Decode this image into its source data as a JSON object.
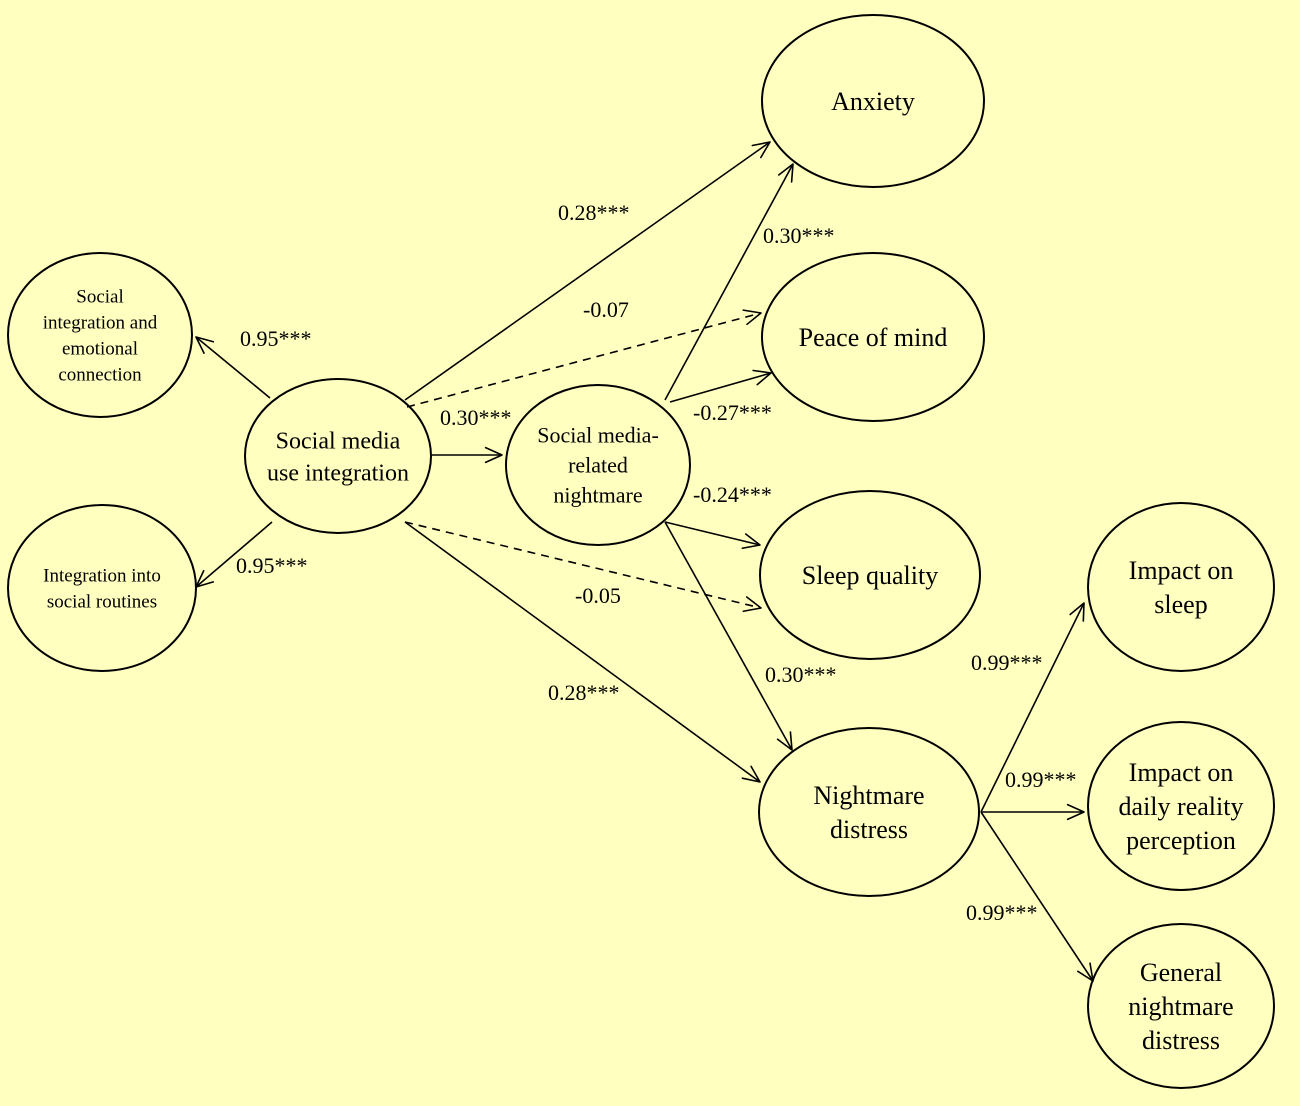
{
  "nodes": [
    {
      "id": "social-integration-emotional",
      "lines": [
        "Social",
        "integration and",
        "emotional",
        "connection"
      ]
    },
    {
      "id": "integration-routines",
      "lines": [
        "Integration into",
        "social routines"
      ]
    },
    {
      "id": "social-media-use-integration",
      "lines": [
        "Social media",
        "use integration"
      ]
    },
    {
      "id": "social-media-nightmare",
      "lines": [
        "Social media-",
        "related",
        "nightmare"
      ]
    },
    {
      "id": "anxiety",
      "lines": [
        "Anxiety"
      ]
    },
    {
      "id": "peace-of-mind",
      "lines": [
        "Peace of mind"
      ]
    },
    {
      "id": "sleep-quality",
      "lines": [
        "Sleep quality"
      ]
    },
    {
      "id": "nightmare-distress",
      "lines": [
        "Nightmare",
        "distress"
      ]
    },
    {
      "id": "impact-on-sleep",
      "lines": [
        "Impact on",
        "sleep"
      ]
    },
    {
      "id": "impact-daily-reality",
      "lines": [
        "Impact on",
        "daily reality",
        "perception"
      ]
    },
    {
      "id": "general-nightmare-distress",
      "lines": [
        "General",
        "nightmare",
        "distress"
      ]
    }
  ],
  "edges": [
    {
      "id": "use-to-social-integration",
      "from": "social-media-use-integration",
      "to": "social-integration-emotional",
      "label": "0.95***",
      "dashed": false
    },
    {
      "id": "use-to-routines",
      "from": "social-media-use-integration",
      "to": "integration-routines",
      "label": "0.95***",
      "dashed": false
    },
    {
      "id": "use-to-nightmare",
      "from": "social-media-use-integration",
      "to": "social-media-nightmare",
      "label": "0.30***",
      "dashed": false
    },
    {
      "id": "use-to-anxiety",
      "from": "social-media-use-integration",
      "to": "anxiety",
      "label": "0.28***",
      "dashed": false
    },
    {
      "id": "use-to-peace",
      "from": "social-media-use-integration",
      "to": "peace-of-mind",
      "label": "-0.07",
      "dashed": true
    },
    {
      "id": "use-to-sleep-quality",
      "from": "social-media-use-integration",
      "to": "sleep-quality",
      "label": "-0.05",
      "dashed": true
    },
    {
      "id": "use-to-distress",
      "from": "social-media-use-integration",
      "to": "nightmare-distress",
      "label": "0.28***",
      "dashed": false
    },
    {
      "id": "nightmare-to-anxiety",
      "from": "social-media-nightmare",
      "to": "anxiety",
      "label": "0.30***",
      "dashed": false
    },
    {
      "id": "nightmare-to-peace",
      "from": "social-media-nightmare",
      "to": "peace-of-mind",
      "label": "-0.27***",
      "dashed": false
    },
    {
      "id": "nightmare-to-sleep-quality",
      "from": "social-media-nightmare",
      "to": "sleep-quality",
      "label": "-0.24***",
      "dashed": false
    },
    {
      "id": "nightmare-to-distress",
      "from": "social-media-nightmare",
      "to": "nightmare-distress",
      "label": "0.30***",
      "dashed": false
    },
    {
      "id": "distress-to-impact-sleep",
      "from": "nightmare-distress",
      "to": "impact-on-sleep",
      "label": "0.99***",
      "dashed": false
    },
    {
      "id": "distress-to-daily-reality",
      "from": "nightmare-distress",
      "to": "impact-daily-reality",
      "label": "0.99***",
      "dashed": false
    },
    {
      "id": "distress-to-general",
      "from": "nightmare-distress",
      "to": "general-nightmare-distress",
      "label": "0.99***",
      "dashed": false
    }
  ]
}
